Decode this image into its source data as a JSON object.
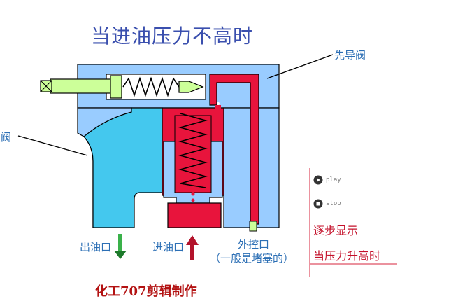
{
  "title": "当进油压力不高时",
  "labels": {
    "pilot_valve": "先导阀",
    "main_valve": "主阀",
    "outlet": "出油口",
    "inlet": "进油口",
    "external_port": "外控口",
    "external_port_note": "（一般是堵塞的）"
  },
  "controls": {
    "play": "play",
    "stop": "stop",
    "step_show": "逐步显示",
    "pressure_rise": "当压力升高时"
  },
  "credit": "化工707剪辑制作",
  "colors": {
    "body": "#99ccff",
    "oil_high": "#e8143c",
    "oil_low": "#44c8ee",
    "poppet": "#ccff99",
    "outline": "#000000",
    "title": "#3a4fae",
    "label": "#2c6fb5",
    "link": "#c4102a",
    "credit": "#b31212"
  }
}
